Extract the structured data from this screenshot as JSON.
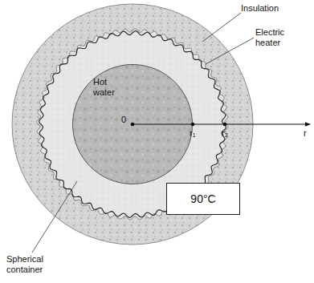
{
  "diagram": {
    "nodes": [
      {
        "text": [
          "Hot water"
        ]
      },
      {
        "text": [
          "90°C"
        ]
      }
    ],
    "labels": [
      "Insulation",
      "Electric heater",
      "0",
      "r₁",
      "r₂",
      "r",
      "Spherical container"
    ]
  }
}
